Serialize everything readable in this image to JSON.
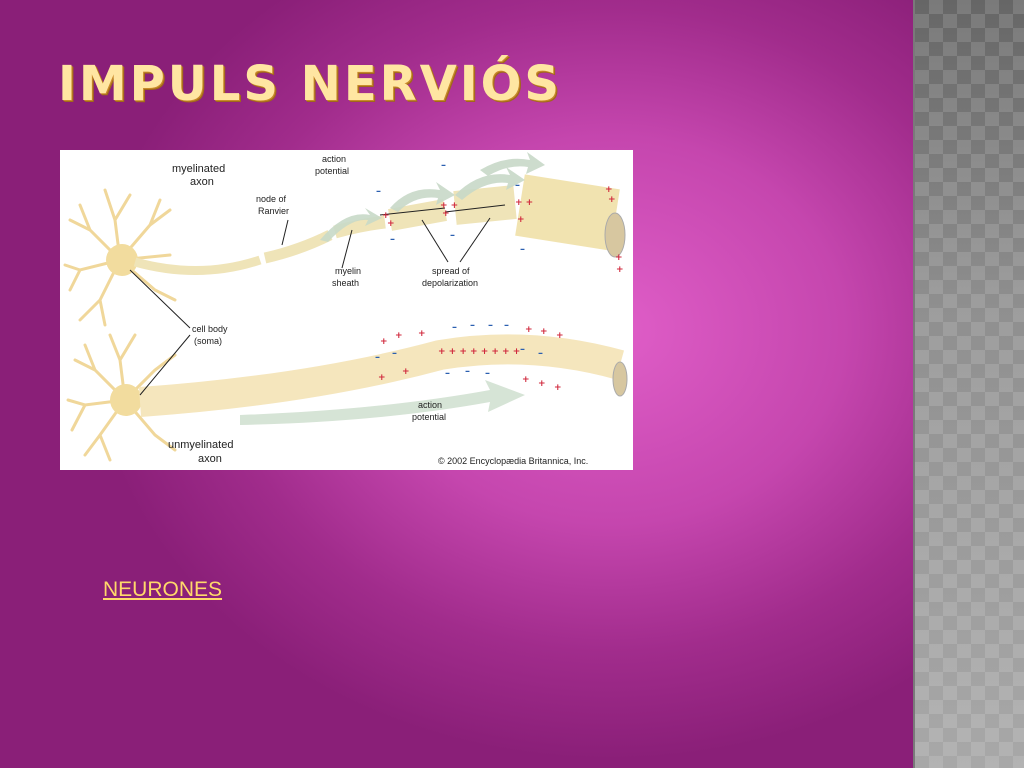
{
  "slide": {
    "title": "IMPULS NERVIÓS",
    "link_text": "NEURONES"
  },
  "figure": {
    "labels": {
      "myelinated_1": "myelinated",
      "myelinated_2": "axon",
      "action_potential_top_1": "action",
      "action_potential_top_2": "potential",
      "node_1": "node of",
      "node_2": "Ranvier",
      "myelin_1": "myelin",
      "myelin_2": "sheath",
      "spread_1": "spread of",
      "spread_2": "depolarization",
      "cell_body_1": "cell body",
      "cell_body_2": "(soma)",
      "action_potential_bottom_1": "action",
      "action_potential_bottom_2": "potential",
      "unmyelinated_1": "unmyelinated",
      "unmyelinated_2": "axon",
      "copyright": "© 2002 Encyclopædia Britannica, Inc."
    }
  },
  "colors": {
    "title": "#ffe6a2",
    "link": "#ffd86a",
    "background": "#c546ae",
    "sidebar": "#9b9b9b"
  }
}
